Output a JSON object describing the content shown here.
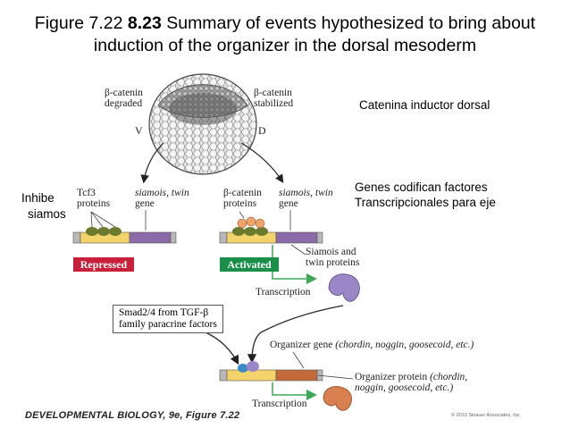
{
  "title": {
    "line1_prefix": "Figure 7.22 ",
    "line1_bold": "8.23",
    "line1_suffix": " Summary of events hypothesized to bring about",
    "line2": "induction of the organizer in the dorsal mesoderm"
  },
  "notes": {
    "catenina": "Catenina inductor dorsal",
    "genes_line1": "Genes codifican factores",
    "genes_line2": "Transcripcionales para  eje",
    "inhibe_line1": "Inhibe",
    "inhibe_line2": "siamos"
  },
  "embryo": {
    "left_line1": "β-catenin",
    "left_line2": "degraded",
    "right_line1": "β-catenin",
    "right_line2": "stabilized",
    "ventral": "V",
    "dorsal": "D"
  },
  "left_gene": {
    "protein_line1": "Tcf3",
    "protein_line2": "proteins",
    "gene_line1": "siamois, twin",
    "gene_line2": "gene",
    "status": "Repressed"
  },
  "right_gene": {
    "protein_line1": "β-catenin",
    "protein_line2": "proteins",
    "gene_line1": "siamois, twin",
    "gene_line2": "gene",
    "status": "Activated",
    "product_line1": "Siamois and",
    "product_line2": "twin proteins",
    "transcription": "Transcription"
  },
  "smad_box": {
    "line1": "Smad2/4 from TGF-β",
    "line2": "family paracrine factors"
  },
  "organizer": {
    "gene_label": "Organizer gene ",
    "gene_examples": "(chordin, noggin, goosecoid, etc.)",
    "protein_line1_prefix": "Organizer protein ",
    "protein_line1_italic": "(chordin,",
    "protein_line2": "noggin, goosecoid, etc.)",
    "transcription": "Transcription"
  },
  "footer": "DEVELOPMENTAL BIOLOGY, 9e, Figure 7.22",
  "copyright": "© 2010 Sinauer Associates, Inc.",
  "colors": {
    "repressed": "#c8203a",
    "activated": "#1a8f4a",
    "gene_purple": "#8a6aa8",
    "gene_yellow": "#f4d36a",
    "gene_orange": "#c46a3a",
    "tcf3_green": "#6c7a2e",
    "catenin_orange": "#f0a46a",
    "arrow_green": "#3aa857",
    "siamois_purple": "#9b86c8",
    "organizer_orange": "#d98050"
  }
}
